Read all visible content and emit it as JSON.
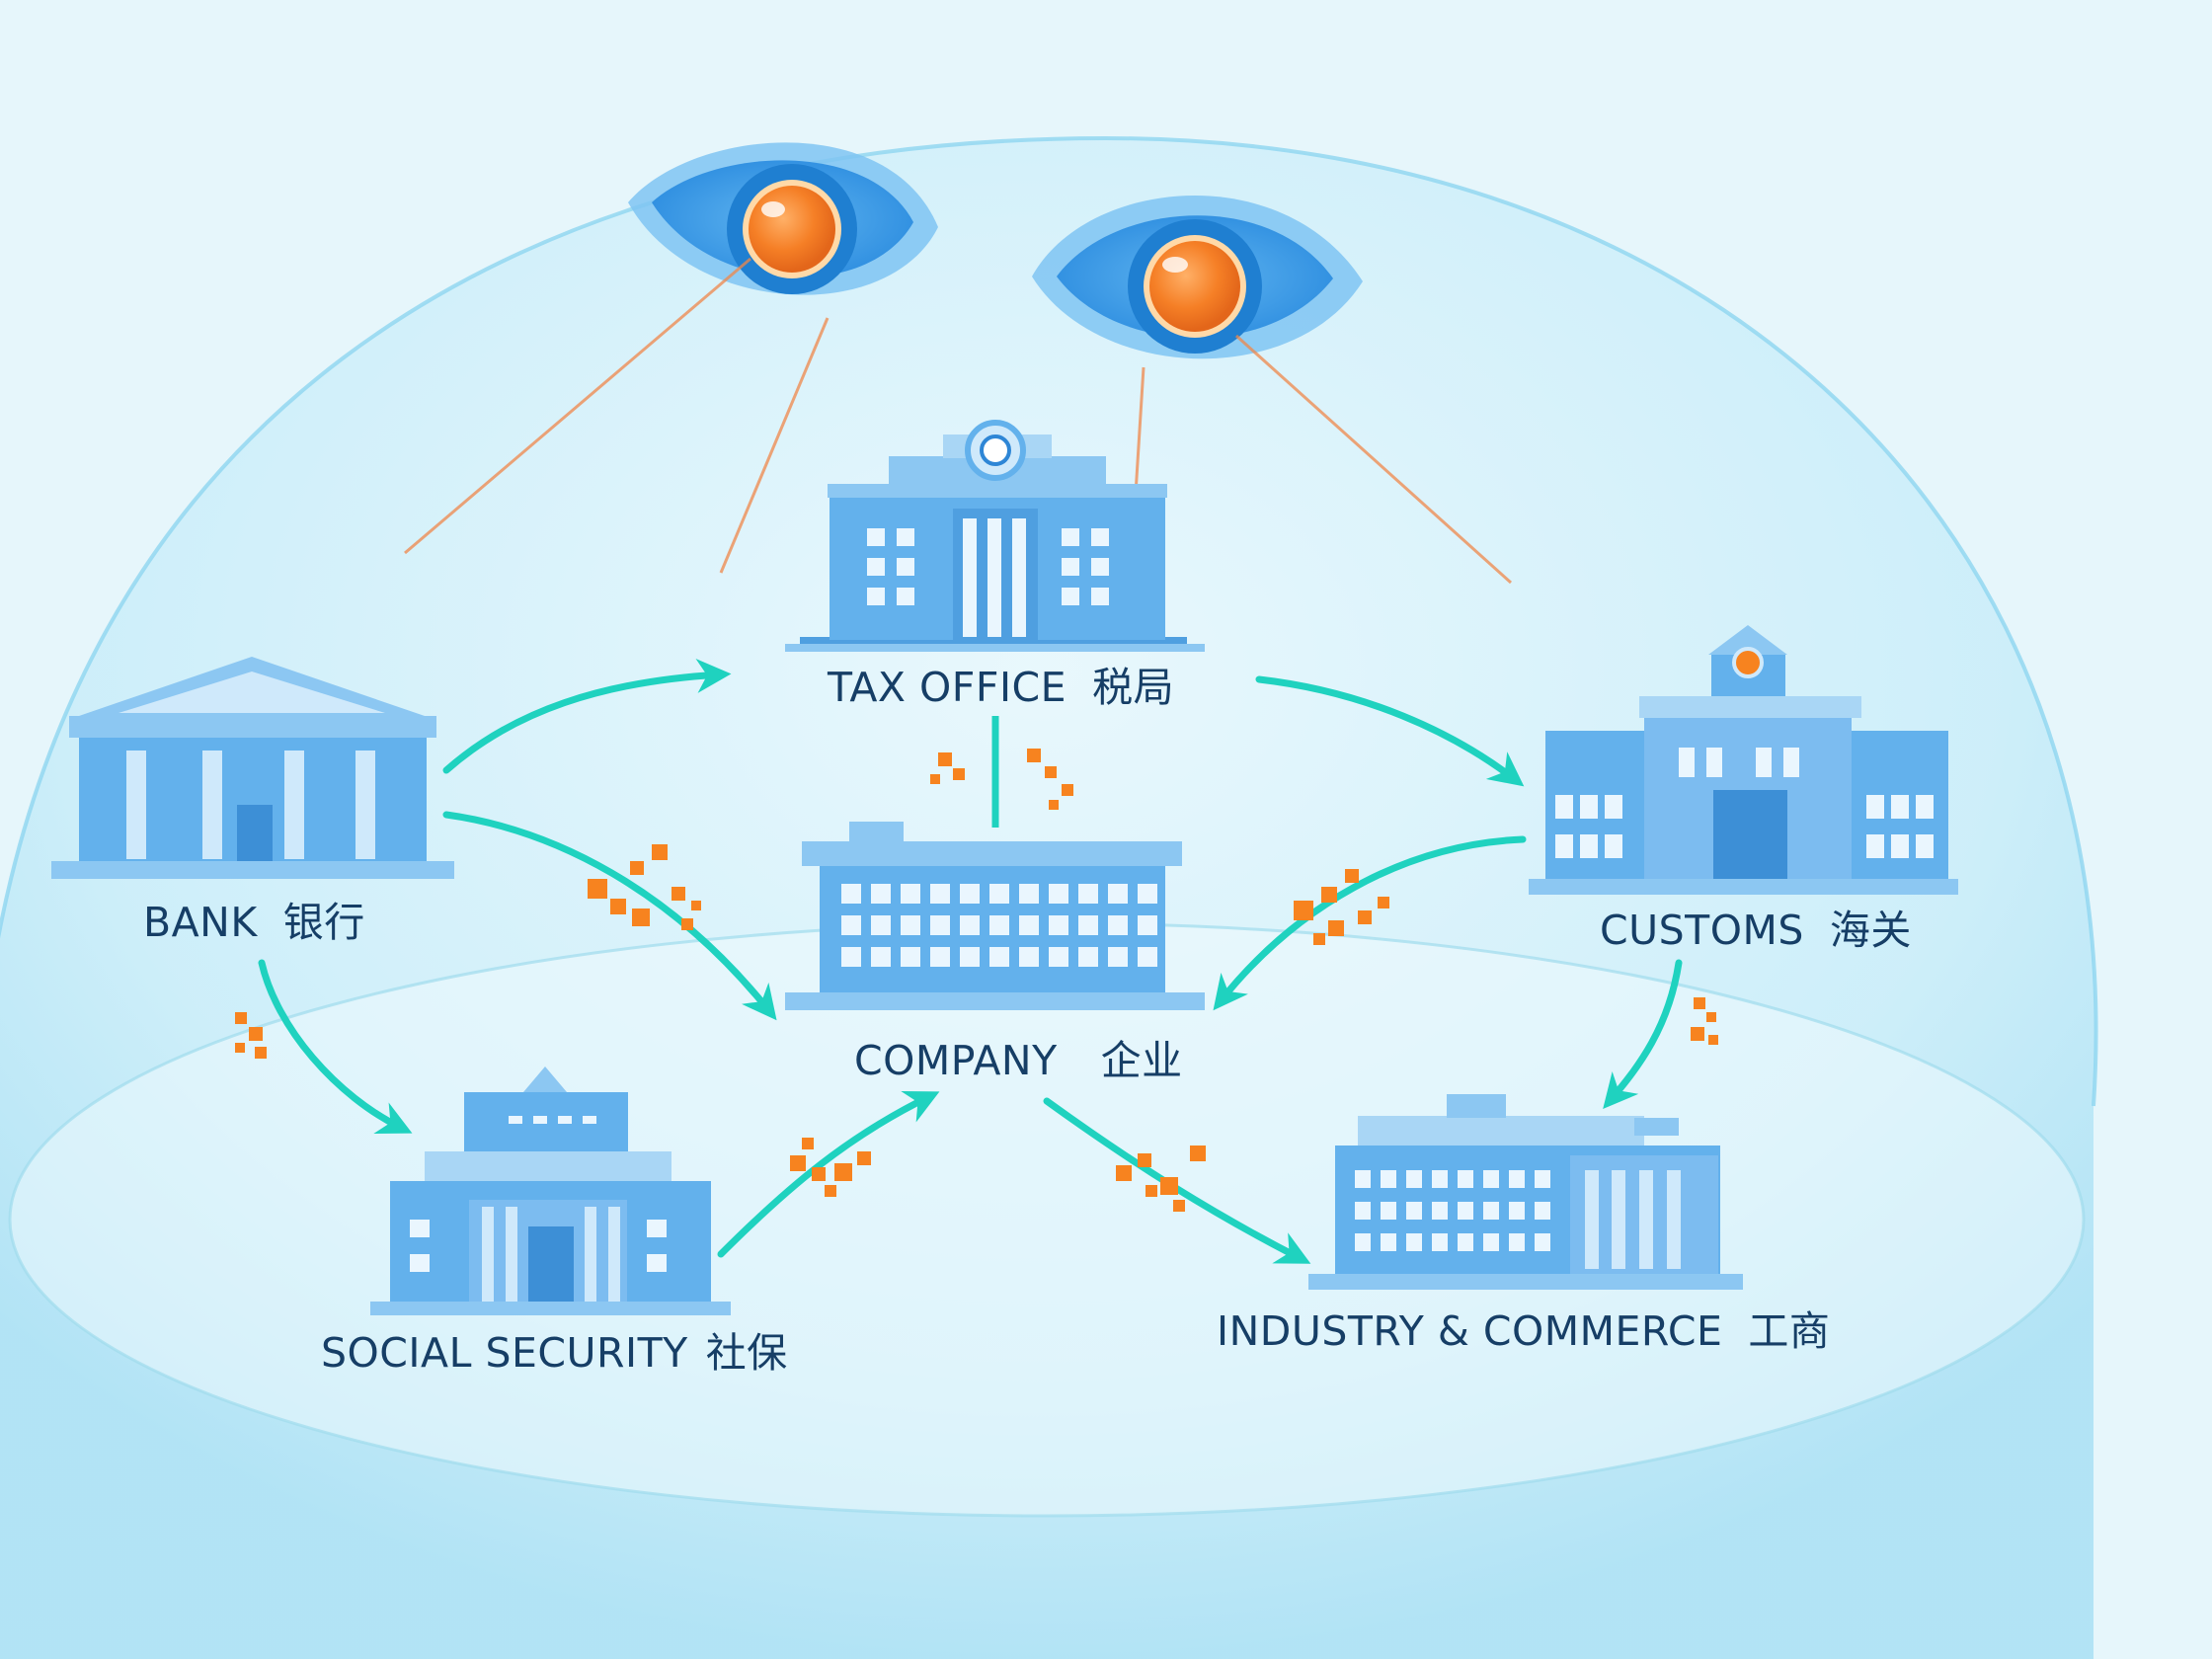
{
  "nodes": {
    "tax_office": {
      "name": "TAX OFFICE",
      "zh": "税局"
    },
    "bank": {
      "name": "BANK",
      "zh": "银行"
    },
    "customs": {
      "name": "CUSTOMS",
      "zh": "海关"
    },
    "company": {
      "name": "COMPANY",
      "zh": "企业"
    },
    "social_security": {
      "name": "SOCIAL SECURITY",
      "zh": "社保"
    },
    "industry_commerce": {
      "name": "INDUSTRY & COMMERCE",
      "zh": "工商"
    }
  },
  "colors": {
    "background": "#e6f6fb",
    "building": "#63b1ec",
    "building_dark": "#3d8fd6",
    "window": "#eaf6fe",
    "flow_arrow": "#1fd2bf",
    "data_particle": "#f7831f",
    "eye_iris": "#1f7fd1",
    "eye_pupil": "#f5802a"
  },
  "icons": [
    "eye-icon",
    "bank-icon",
    "government-building-icon",
    "office-building-icon",
    "data-particle-icon"
  ]
}
